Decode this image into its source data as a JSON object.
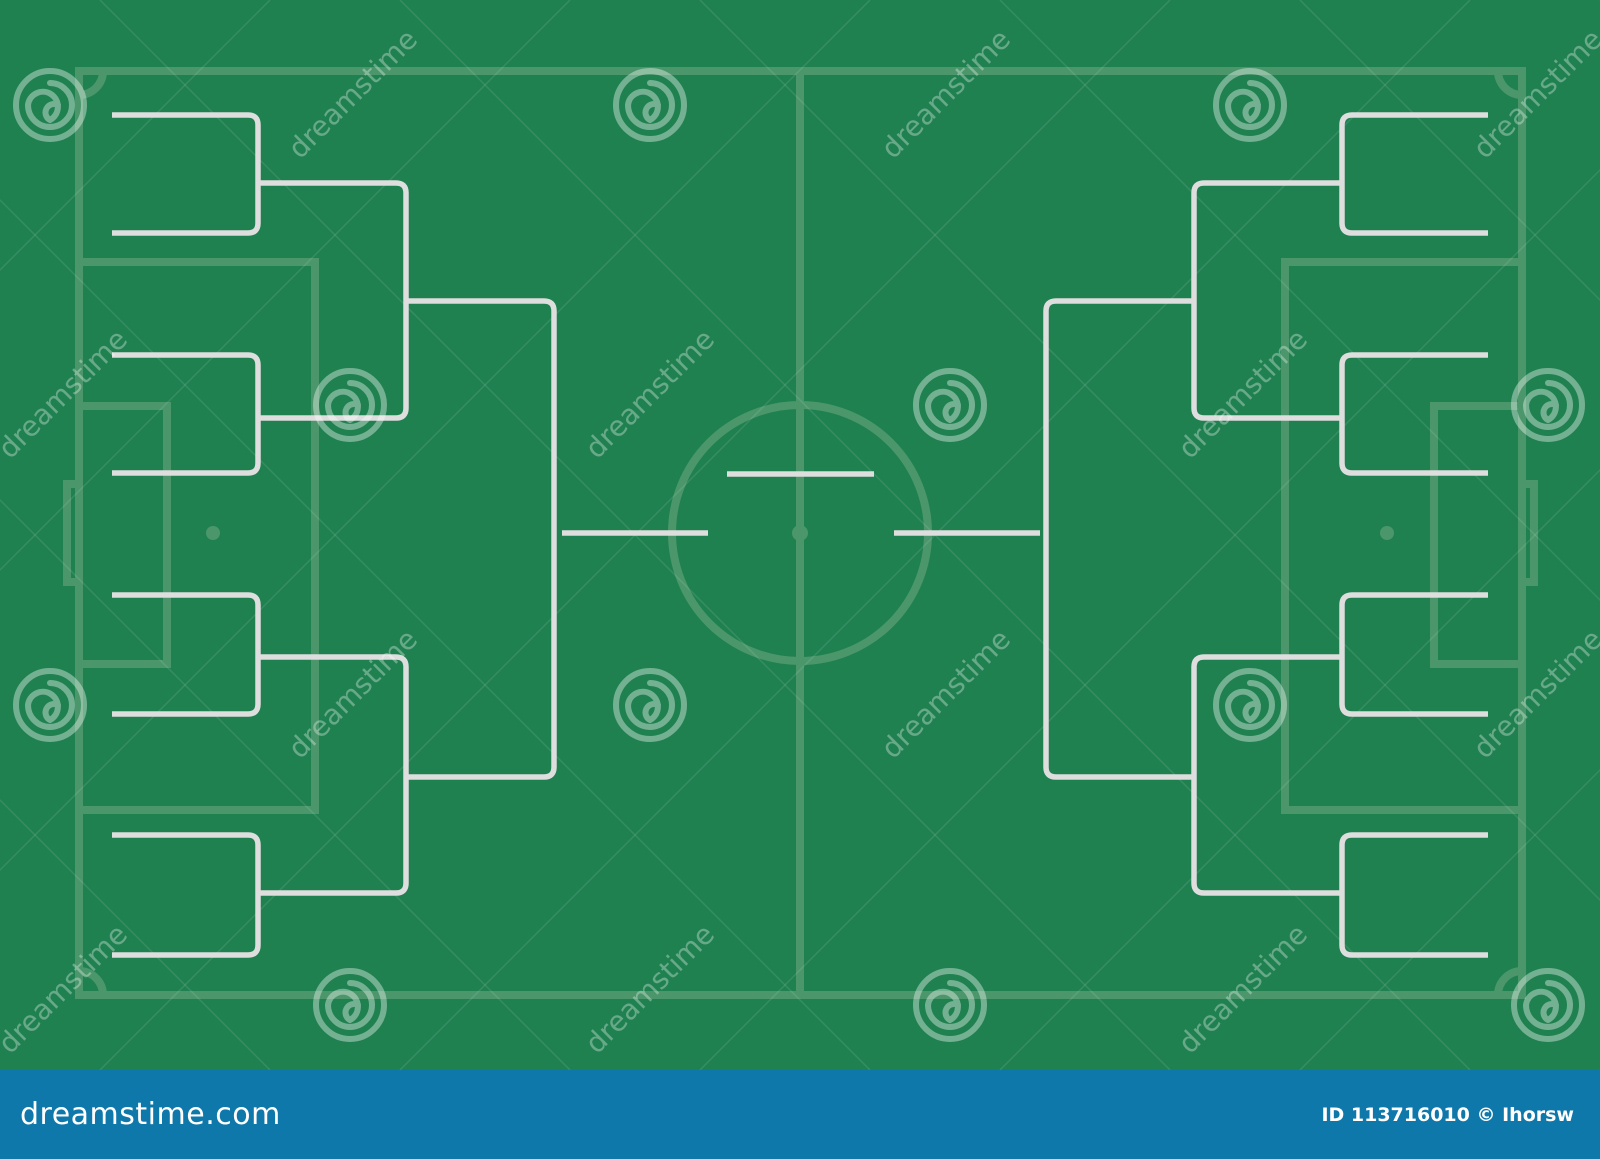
{
  "pitch": {
    "color": "#208150",
    "line_color": "#4f9a6e"
  },
  "bracket": {
    "line_color": "#dedede",
    "rounds": [
      {
        "name": "round-1",
        "slots_per_side": 8
      },
      {
        "name": "round-2",
        "slots_per_side": 4
      },
      {
        "name": "round-3",
        "slots_per_side": 2
      },
      {
        "name": "round-4",
        "slots_per_side": 1
      },
      {
        "name": "final",
        "slots": 1
      }
    ]
  },
  "watermark": {
    "text": "dreamstime",
    "icon": "spiral-logo-icon"
  },
  "footer": {
    "brand": "dreamstime.com",
    "stock_id": "ID 113716010 © Ihorsw",
    "background": "#0f78ab"
  }
}
